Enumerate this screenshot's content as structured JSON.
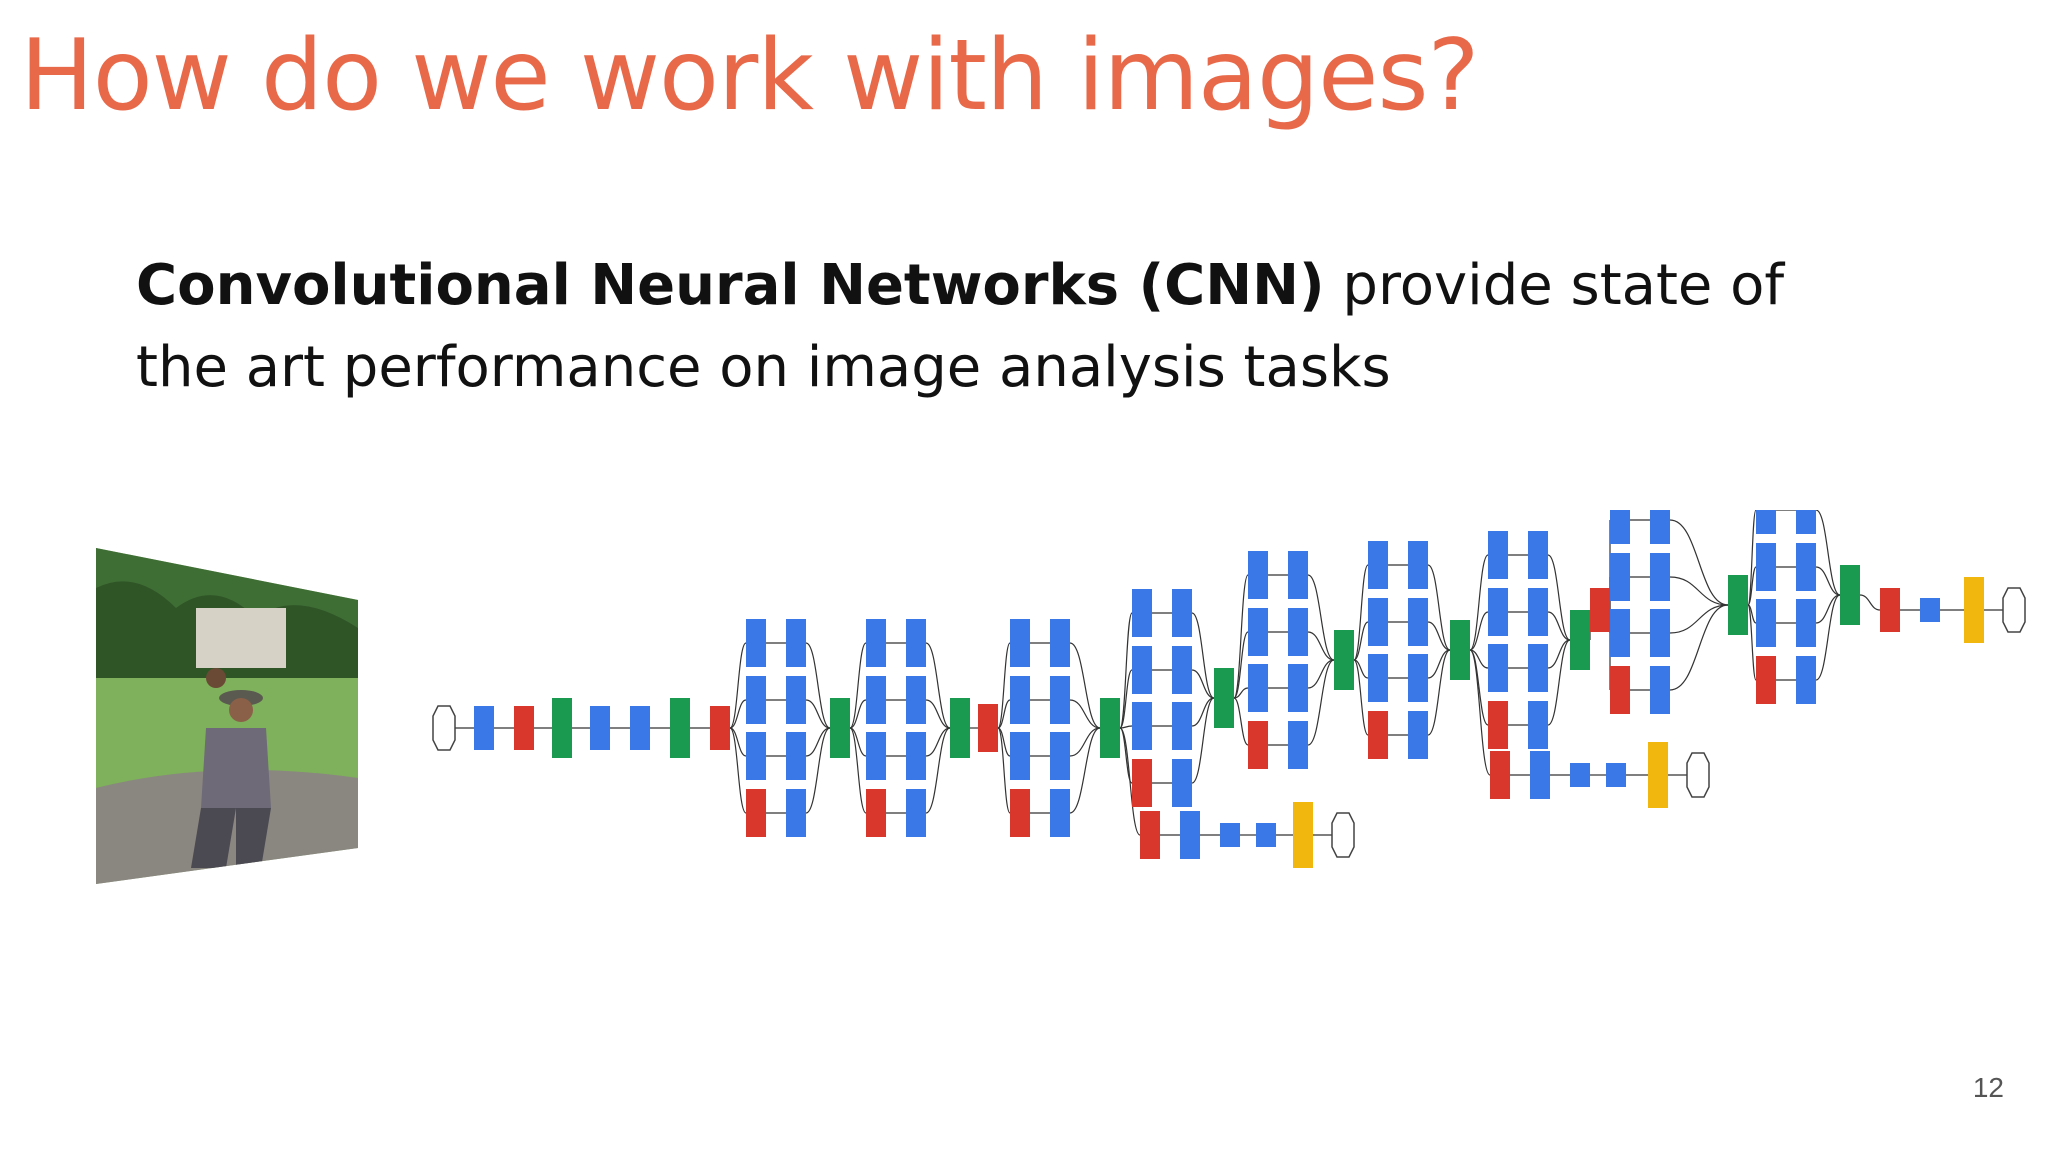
{
  "slide": {
    "title": "How do we work with images?",
    "body_bold": "Convolutional Neural Networks (CNN)",
    "body_rest": " provide state of the art performance on image analysis tasks",
    "page_number": "12"
  },
  "photo": {
    "description_icon": "photo-man-throwing-disc"
  },
  "diagram": {
    "icon": "googlenet-inception-architecture-diagram",
    "colors": {
      "conv": "#3b78e7",
      "pool": "#d9372b",
      "concat": "#1a9a50",
      "softmax": "#f2b70f"
    }
  }
}
